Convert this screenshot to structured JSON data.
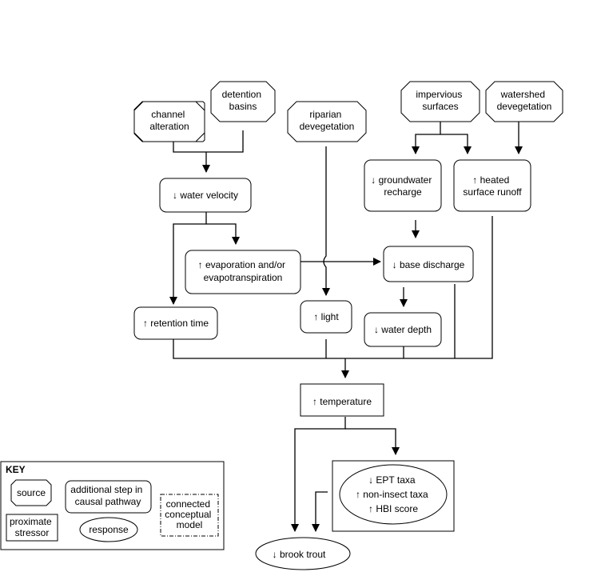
{
  "sources": {
    "channel_alteration": [
      "channel",
      "alteration"
    ],
    "detention_basins": [
      "detention",
      "basins"
    ],
    "riparian_devegetation": [
      "riparian",
      "devegetation"
    ],
    "impervious_surfaces": [
      "impervious",
      "surfaces"
    ],
    "watershed_devegetation": [
      "watershed",
      "devegetation"
    ]
  },
  "steps": {
    "water_velocity": [
      "↓ water velocity"
    ],
    "groundwater_recharge": [
      "↓ groundwater",
      "recharge"
    ],
    "heated_surface_runoff": [
      "↑ heated",
      "surface runoff"
    ],
    "evaporation": [
      "↑ evaporation and/or",
      "evapotranspiration"
    ],
    "base_discharge": [
      "↓ base discharge"
    ],
    "retention_time": [
      "↑ retention time"
    ],
    "light": [
      "↑ light"
    ],
    "water_depth": [
      "↓ water depth"
    ]
  },
  "stressor": {
    "temperature": [
      "↑ temperature"
    ]
  },
  "responses": {
    "biotic_indices": [
      "↓ EPT taxa",
      "↑ non-insect taxa",
      "↑ HBI score"
    ],
    "brook_trout": [
      "↓ brook trout"
    ]
  },
  "key": {
    "title": "KEY",
    "source": [
      "source"
    ],
    "additional_step": [
      "additional step in",
      "causal pathway"
    ],
    "connected_model": [
      "connected",
      "conceptual",
      "model"
    ],
    "proximate_stressor": [
      "proximate",
      "stressor"
    ],
    "response": [
      "response"
    ]
  }
}
